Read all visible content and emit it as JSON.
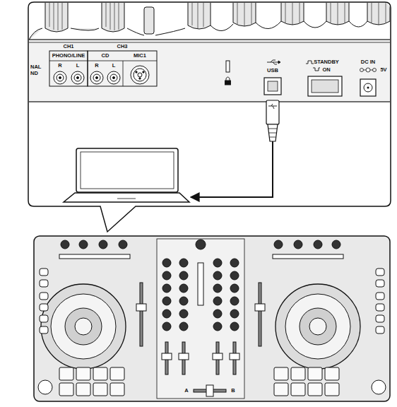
{
  "diagram": {
    "labels": [
      "NAL",
      "ND",
      "CH1",
      "PHONO/LINE",
      "R",
      "L",
      "CH3",
      "CD",
      "MIC1",
      "R",
      "L",
      "USB",
      "STANDBY",
      "ON",
      "DC IN",
      "5V",
      "A",
      "B"
    ]
  }
}
